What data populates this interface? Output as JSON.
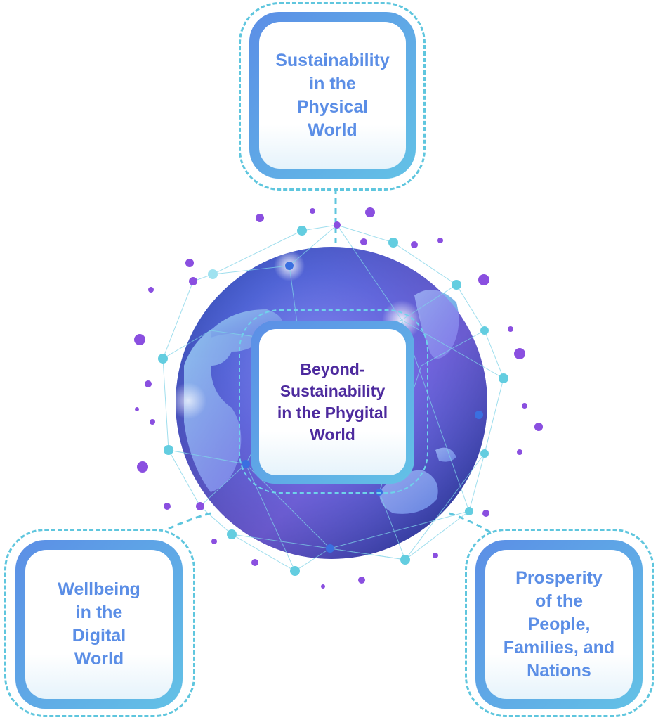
{
  "boxes": {
    "top": "Sustainability\nin the\nPhysical\nWorld",
    "center": "Beyond-\nSustainability\nin the Phygital\nWorld",
    "left": "Wellbeing\nin the\nDigital\nWorld",
    "right": "Prosperity\nof the\nPeople,\nFamilies, and\nNations"
  },
  "colors": {
    "box_gradient_start": "#5b8ee6",
    "box_gradient_end": "#63c2e6",
    "outer_text": "#5b8ee6",
    "center_text": "#4d2a9e",
    "dashed_outline": "#5fc6de",
    "globe_dark": "#1f3a9a",
    "globe_light": "#4a7fe0",
    "land": "#6fb7e6",
    "network_nodes_cyan": "#63cde0",
    "network_nodes_purple": "#8a4fe0"
  }
}
